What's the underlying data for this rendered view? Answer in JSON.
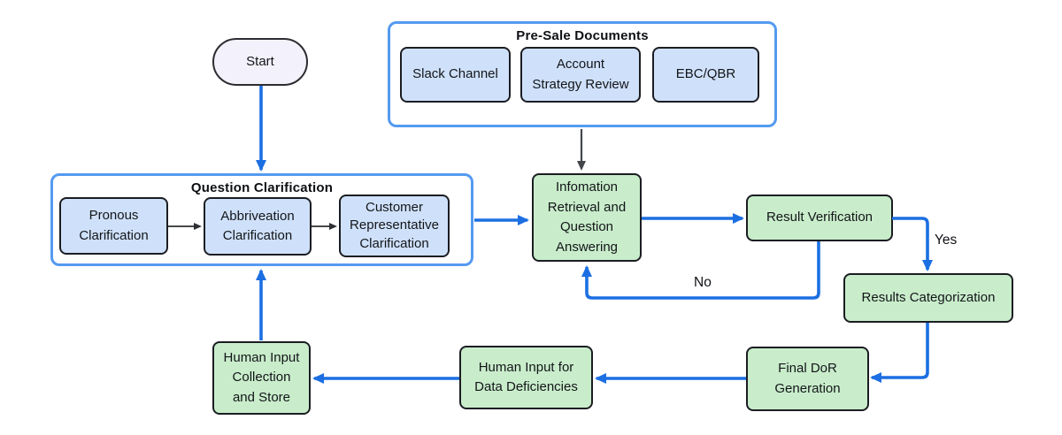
{
  "nodes": {
    "start": "Start",
    "info_retrieval": "Infomation\nRetrieval and\nQuestion\nAnswering",
    "result_verification": "Result Verification",
    "results_categorization": "Results Categorization",
    "final_dor_generation": "Final DoR\nGeneration",
    "human_input_for_data_deficiencies": "Human Input for\nData Deficiencies",
    "human_input_collection_and_store": "Human Input\nCollection\nand Store"
  },
  "groups": {
    "presale": {
      "title": "Pre-Sale  Documents",
      "items": [
        "Slack Channel",
        "Account\nStrategy Review",
        "EBC/QBR"
      ]
    },
    "question_clarification": {
      "title": "Question Clarification",
      "items": [
        "Pronous\nClarification",
        "Abbriveation\nClarification",
        "Customer\nRepresentative\nClarification"
      ]
    }
  },
  "edge_labels": {
    "yes": "Yes",
    "no": "No"
  },
  "colors": {
    "background": "#ffffff",
    "arrow_blue": "#1c6fe2",
    "arrow_dark": "#43474c",
    "arrow_black": "#2d2f33",
    "group_border_blue": "#549af0",
    "node_blue_fill": "#cfe1fa",
    "node_green_fill": "#c9edcb",
    "node_border_dark": "#1b1d22",
    "start_fill": "#f3f2fc"
  }
}
